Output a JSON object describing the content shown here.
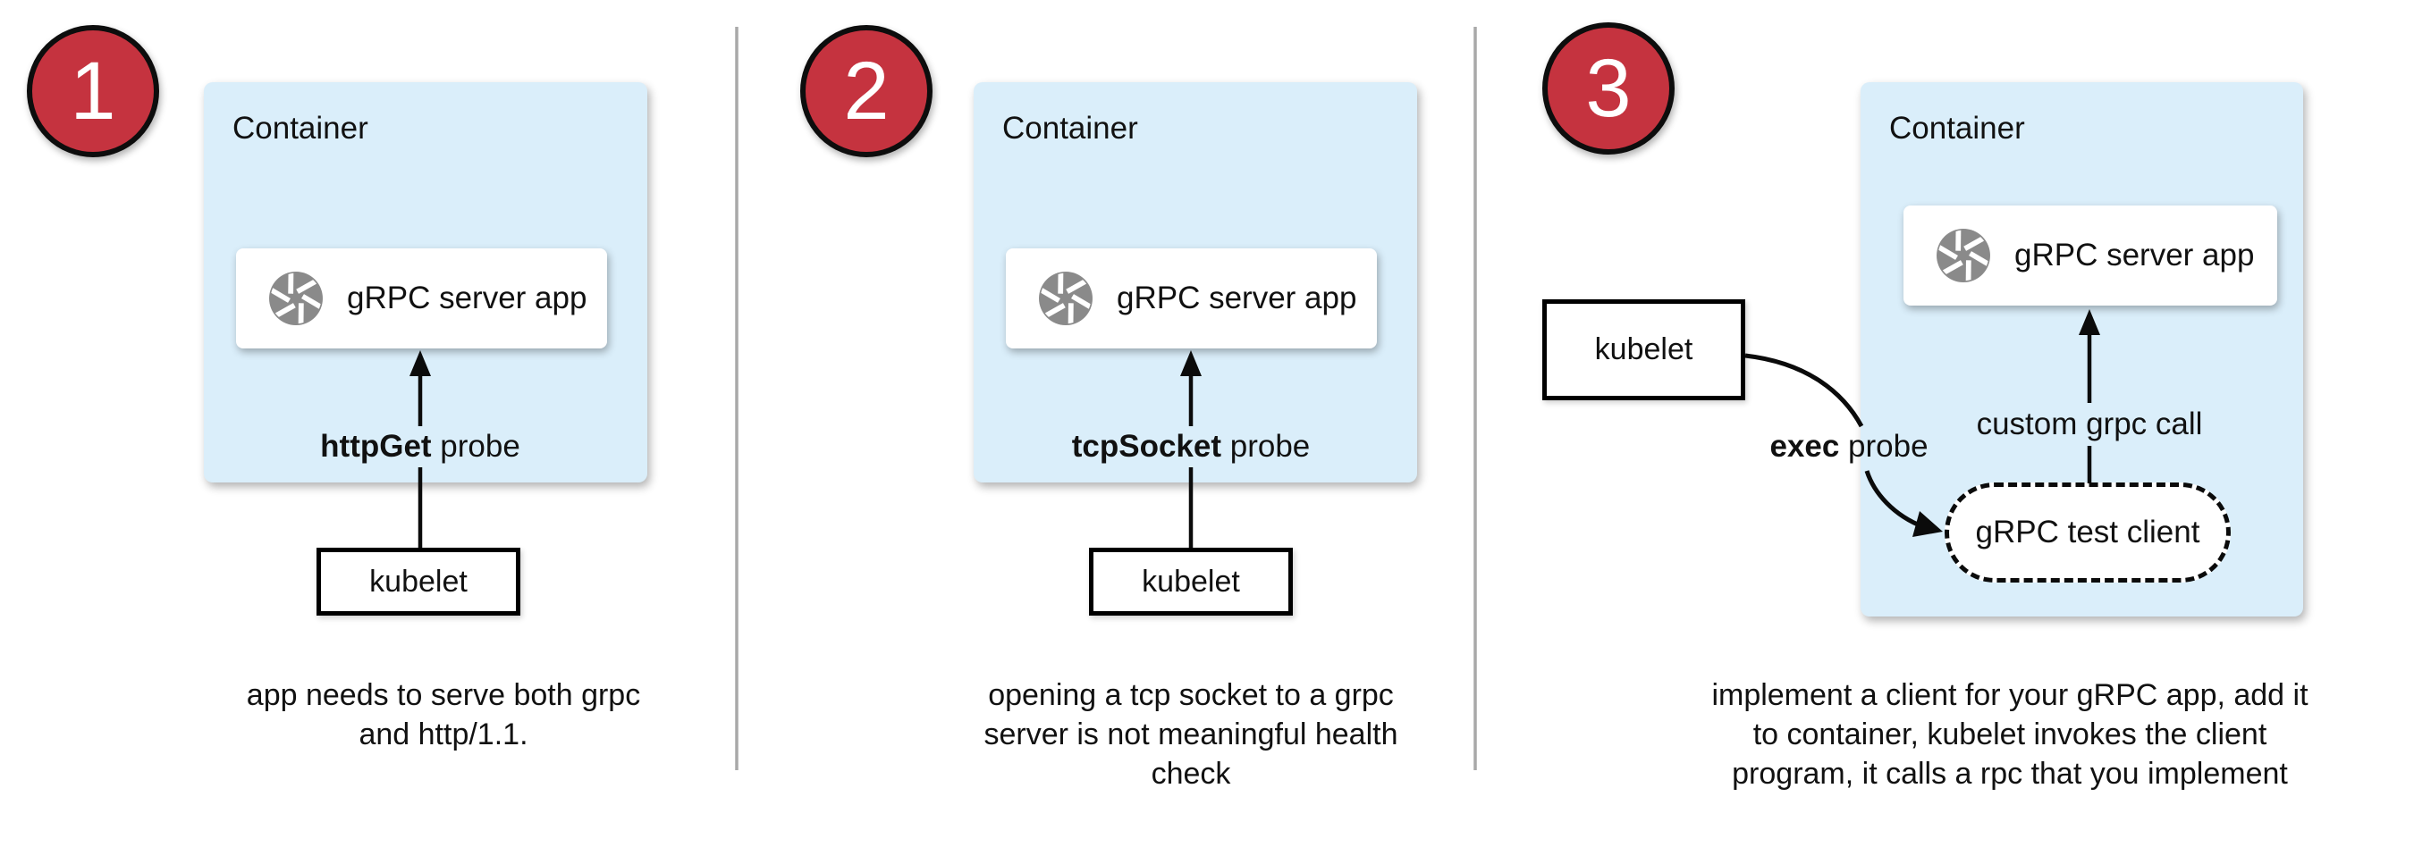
{
  "colors": {
    "accent-red": "#c5333f",
    "container-blue": "#daeefa",
    "icon-gray": "#8a8a8a",
    "divider-gray": "#a9a9a9",
    "ink": "#111111"
  },
  "panels": [
    {
      "badge": "1",
      "container_label": "Container",
      "app_label": "gRPC server app",
      "probe_bold": "httpGet",
      "probe_rest": " probe",
      "kubelet_label": "kubelet",
      "caption_lines": [
        "app needs to serve both grpc",
        "and http/1.1."
      ]
    },
    {
      "badge": "2",
      "container_label": "Container",
      "app_label": "gRPC server app",
      "probe_bold": "tcpSocket",
      "probe_rest": " probe",
      "kubelet_label": "kubelet",
      "caption_lines": [
        "opening a tcp socket to a grpc",
        "server is not meaningful health",
        "check"
      ]
    },
    {
      "badge": "3",
      "container_label": "Container",
      "app_label": "gRPC server app",
      "probe_bold": "exec",
      "probe_rest": " probe",
      "kubelet_label": "kubelet",
      "custom_call_label": "custom grpc call",
      "test_client_label": "gRPC test client",
      "caption_lines": [
        "implement a client for your gRPC app, add it",
        "to container, kubelet invokes the client",
        "program, it calls a rpc that you implement"
      ]
    }
  ]
}
